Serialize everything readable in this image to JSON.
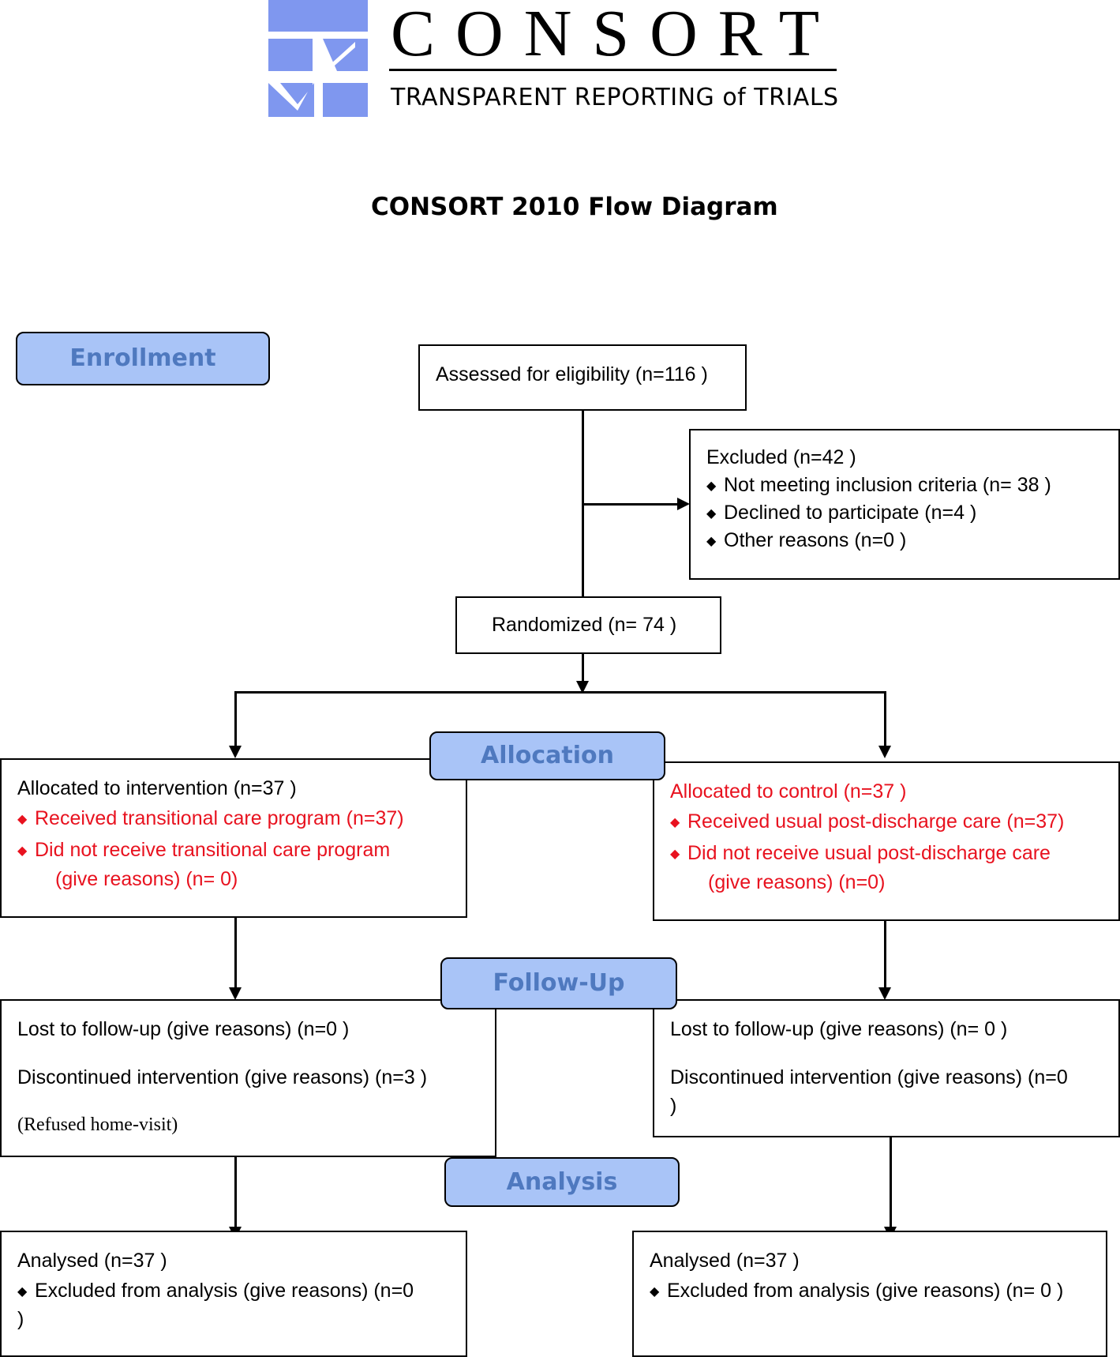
{
  "logo": {
    "wordmark": "CONSORT",
    "tagline": "TRANSPARENT REPORTING of TRIALS",
    "colors": {
      "logo_blue": "#7f97ef"
    }
  },
  "title": "CONSORT 2010 Flow Diagram",
  "stages": {
    "enrollment": "Enrollment",
    "allocation": "Allocation",
    "follow_up": "Follow-Up",
    "analysis": "Analysis"
  },
  "enrollment": {
    "assessed": "Assessed for eligibility (n=116  )",
    "excluded": {
      "heading": "Excluded  (n=42   )",
      "items": [
        "Not meeting inclusion criteria (n= 38 )",
        "Declined to participate (n=4   )",
        "Other reasons (n=0 )"
      ]
    },
    "randomized": "Randomized (n= 74 )"
  },
  "allocation": {
    "intervention": {
      "heading": "Allocated to intervention (n=37  )",
      "received": "Received transitional care program (n=37)",
      "not_received_1": "Did not receive transitional care program",
      "not_received_2": "(give reasons) (n= 0)"
    },
    "control": {
      "heading": "Allocated to control (n=37 )",
      "received": "Received usual post-discharge care (n=37)",
      "not_received_1": "Did not receive usual post-discharge care",
      "not_received_2": "(give reasons) (n=0)"
    }
  },
  "follow_up": {
    "intervention": {
      "lost": "Lost to follow-up (give reasons) (n=0  )",
      "discontinued": "Discontinued intervention (give reasons) (n=3  )",
      "note": "(Refused home-visit)"
    },
    "control": {
      "lost": "Lost to follow-up (give reasons) (n= 0 )",
      "discontinued_1": "Discontinued intervention (give reasons) (n=0",
      "discontinued_2": ")"
    }
  },
  "analysis": {
    "intervention": {
      "analysed": "Analysed  (n=37  )",
      "excluded_1": "Excluded from analysis (give reasons) (n=0",
      "excluded_2": ")"
    },
    "control": {
      "analysed": "Analysed  (n=37 )",
      "excluded": "Excluded from analysis (give reasons) (n= 0 )"
    }
  },
  "colors": {
    "stage_fill": "#a9c4f7",
    "stage_text": "#4f79bf",
    "highlight_text": "#e8121f"
  }
}
